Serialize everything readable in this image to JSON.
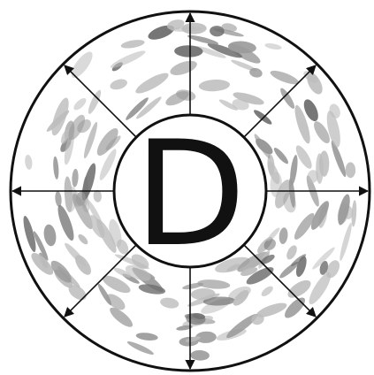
{
  "center_label": "D",
  "colors": {
    "background": "#ffffff",
    "stroke": "#111111",
    "swirl_light": "#bdbdbd",
    "swirl_mid": "#9a9a9a",
    "swirl_dark": "#6f6f6f"
  },
  "arrows": [
    {
      "direction": "up"
    },
    {
      "direction": "up-right"
    },
    {
      "direction": "right"
    },
    {
      "direction": "down-right"
    },
    {
      "direction": "down"
    },
    {
      "direction": "down-left"
    },
    {
      "direction": "left"
    },
    {
      "direction": "up-left"
    }
  ]
}
